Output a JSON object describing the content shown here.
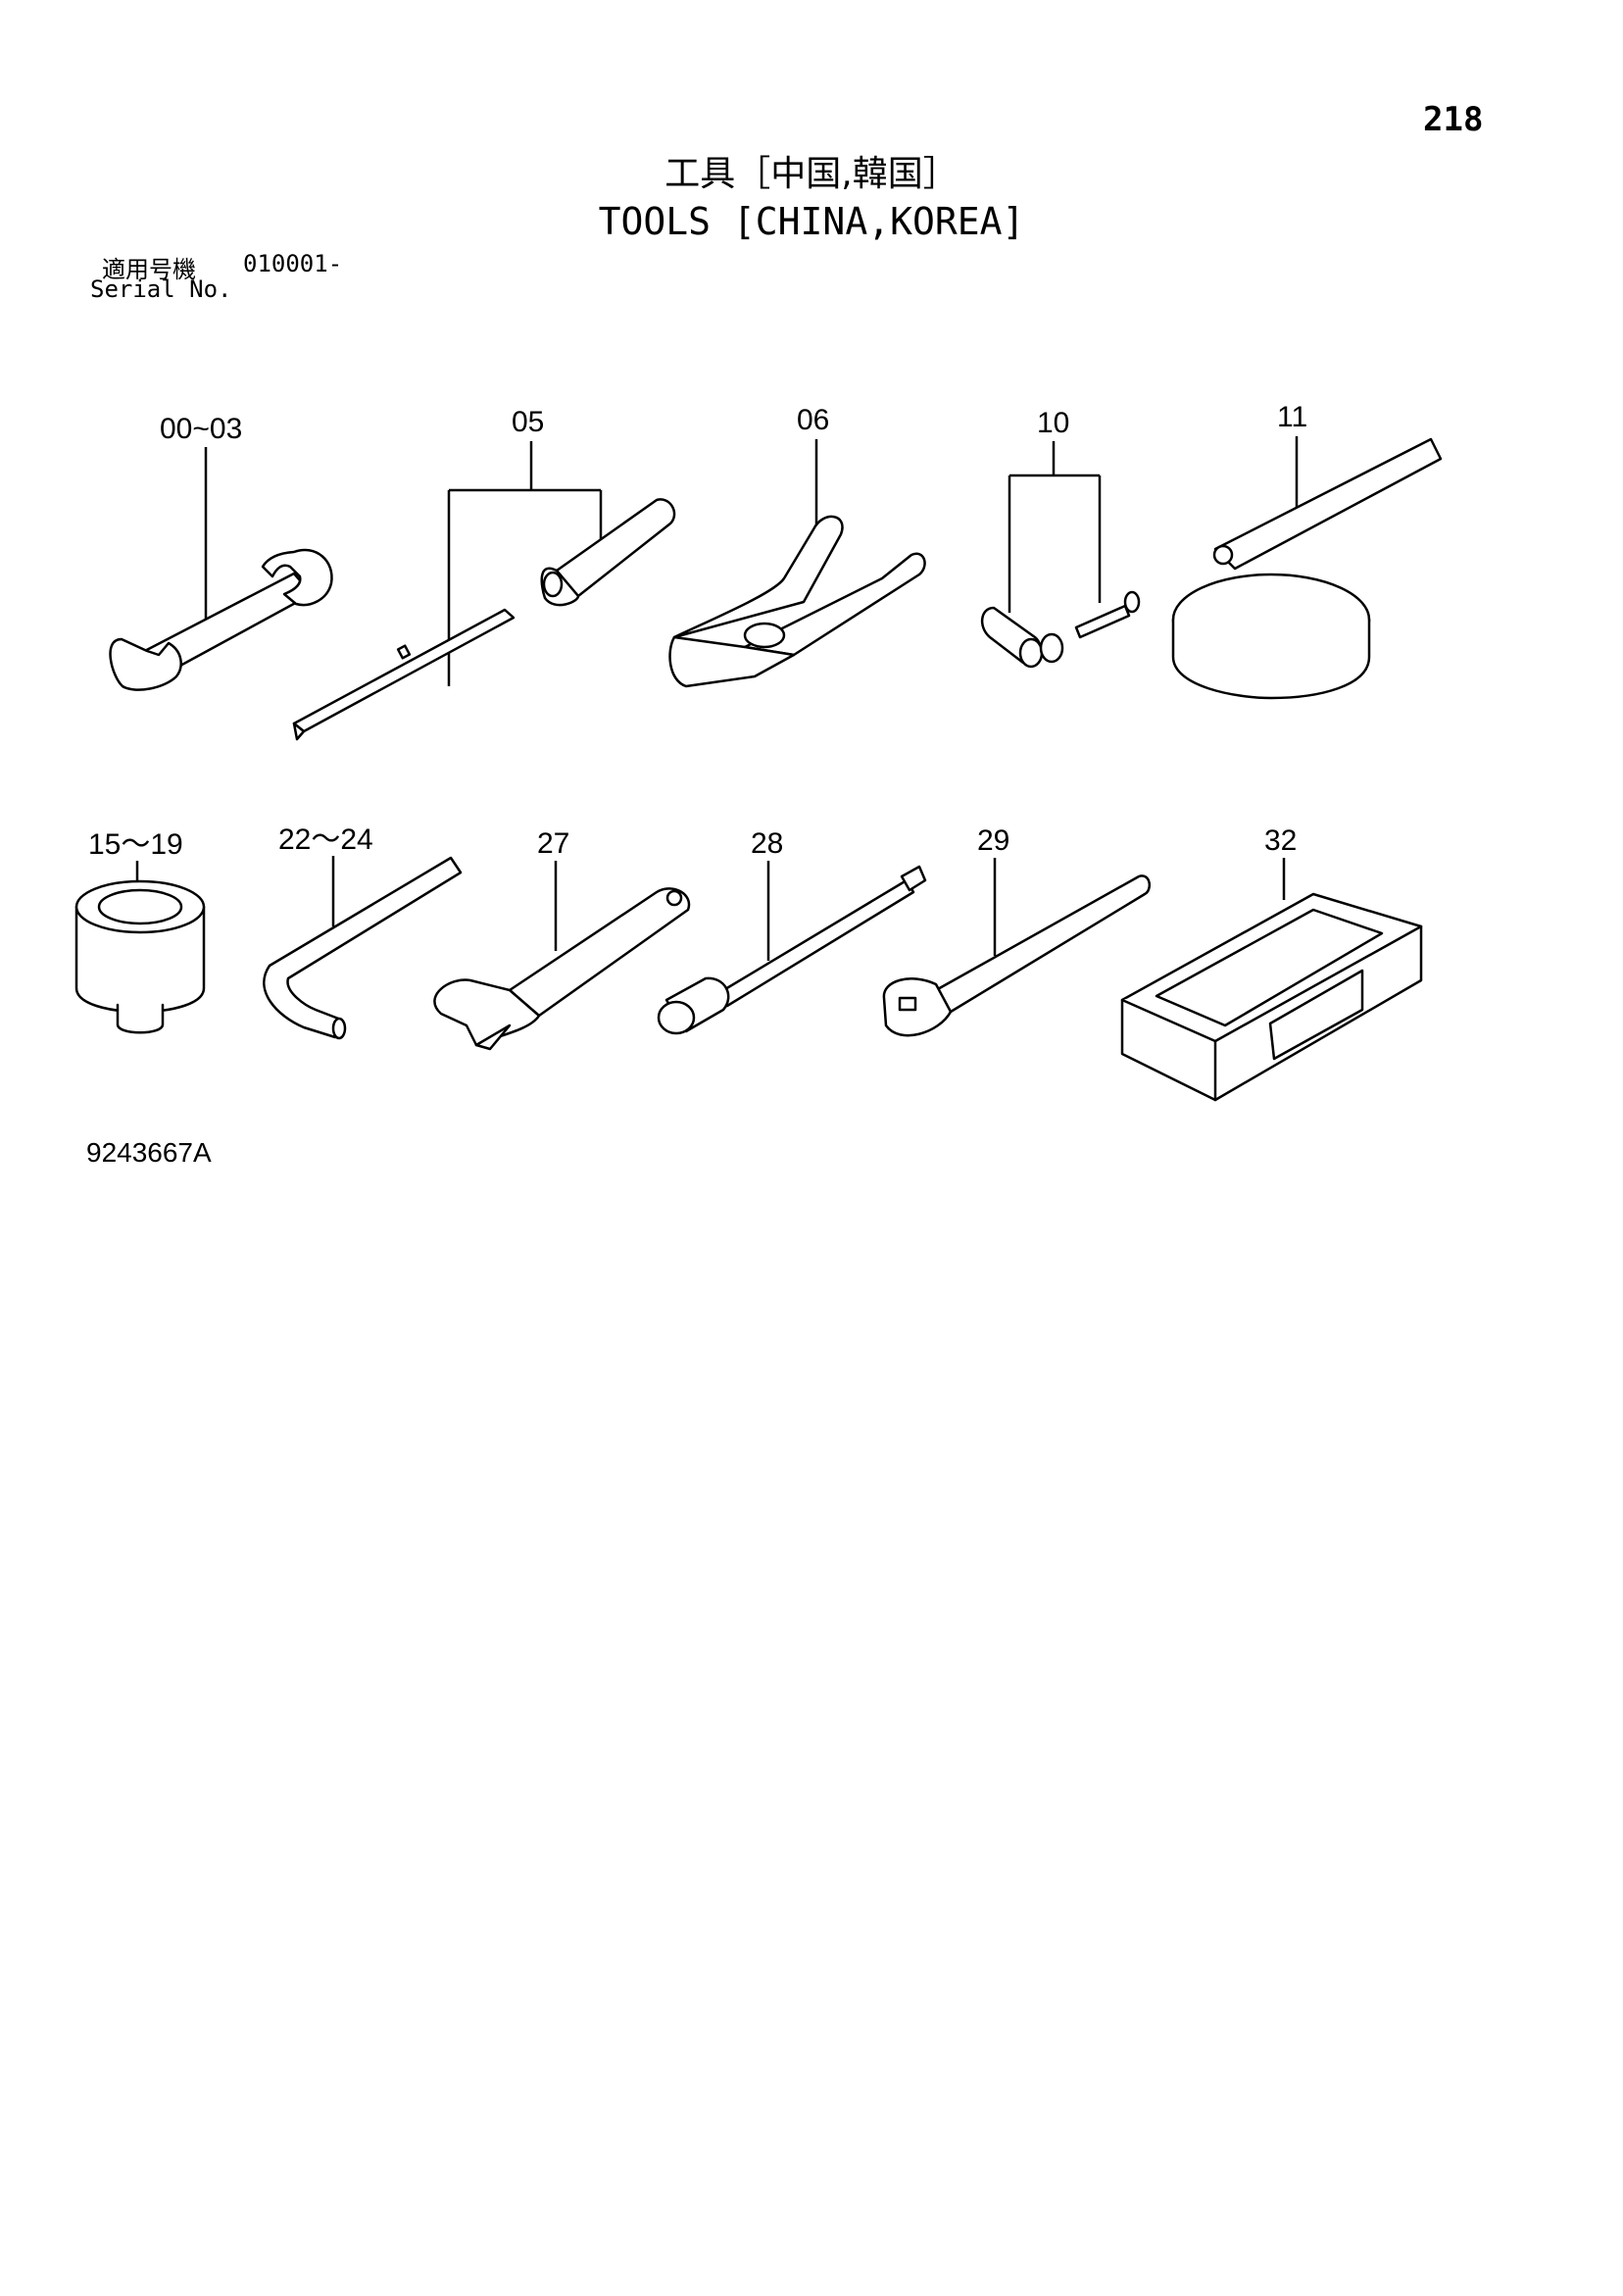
{
  "page_number": "218",
  "title_jp": "工具［中国,韓国］",
  "title_en": "TOOLS [CHINA,KOREA]",
  "serial": {
    "label_jp": "適用号機",
    "range": "010001-",
    "label_en": "Serial No."
  },
  "callouts": [
    "00~03",
    "05",
    "06",
    "10",
    "11",
    "15～19",
    "22～24",
    "27",
    "28",
    "29",
    "32"
  ],
  "drawing_code": "9243667A"
}
